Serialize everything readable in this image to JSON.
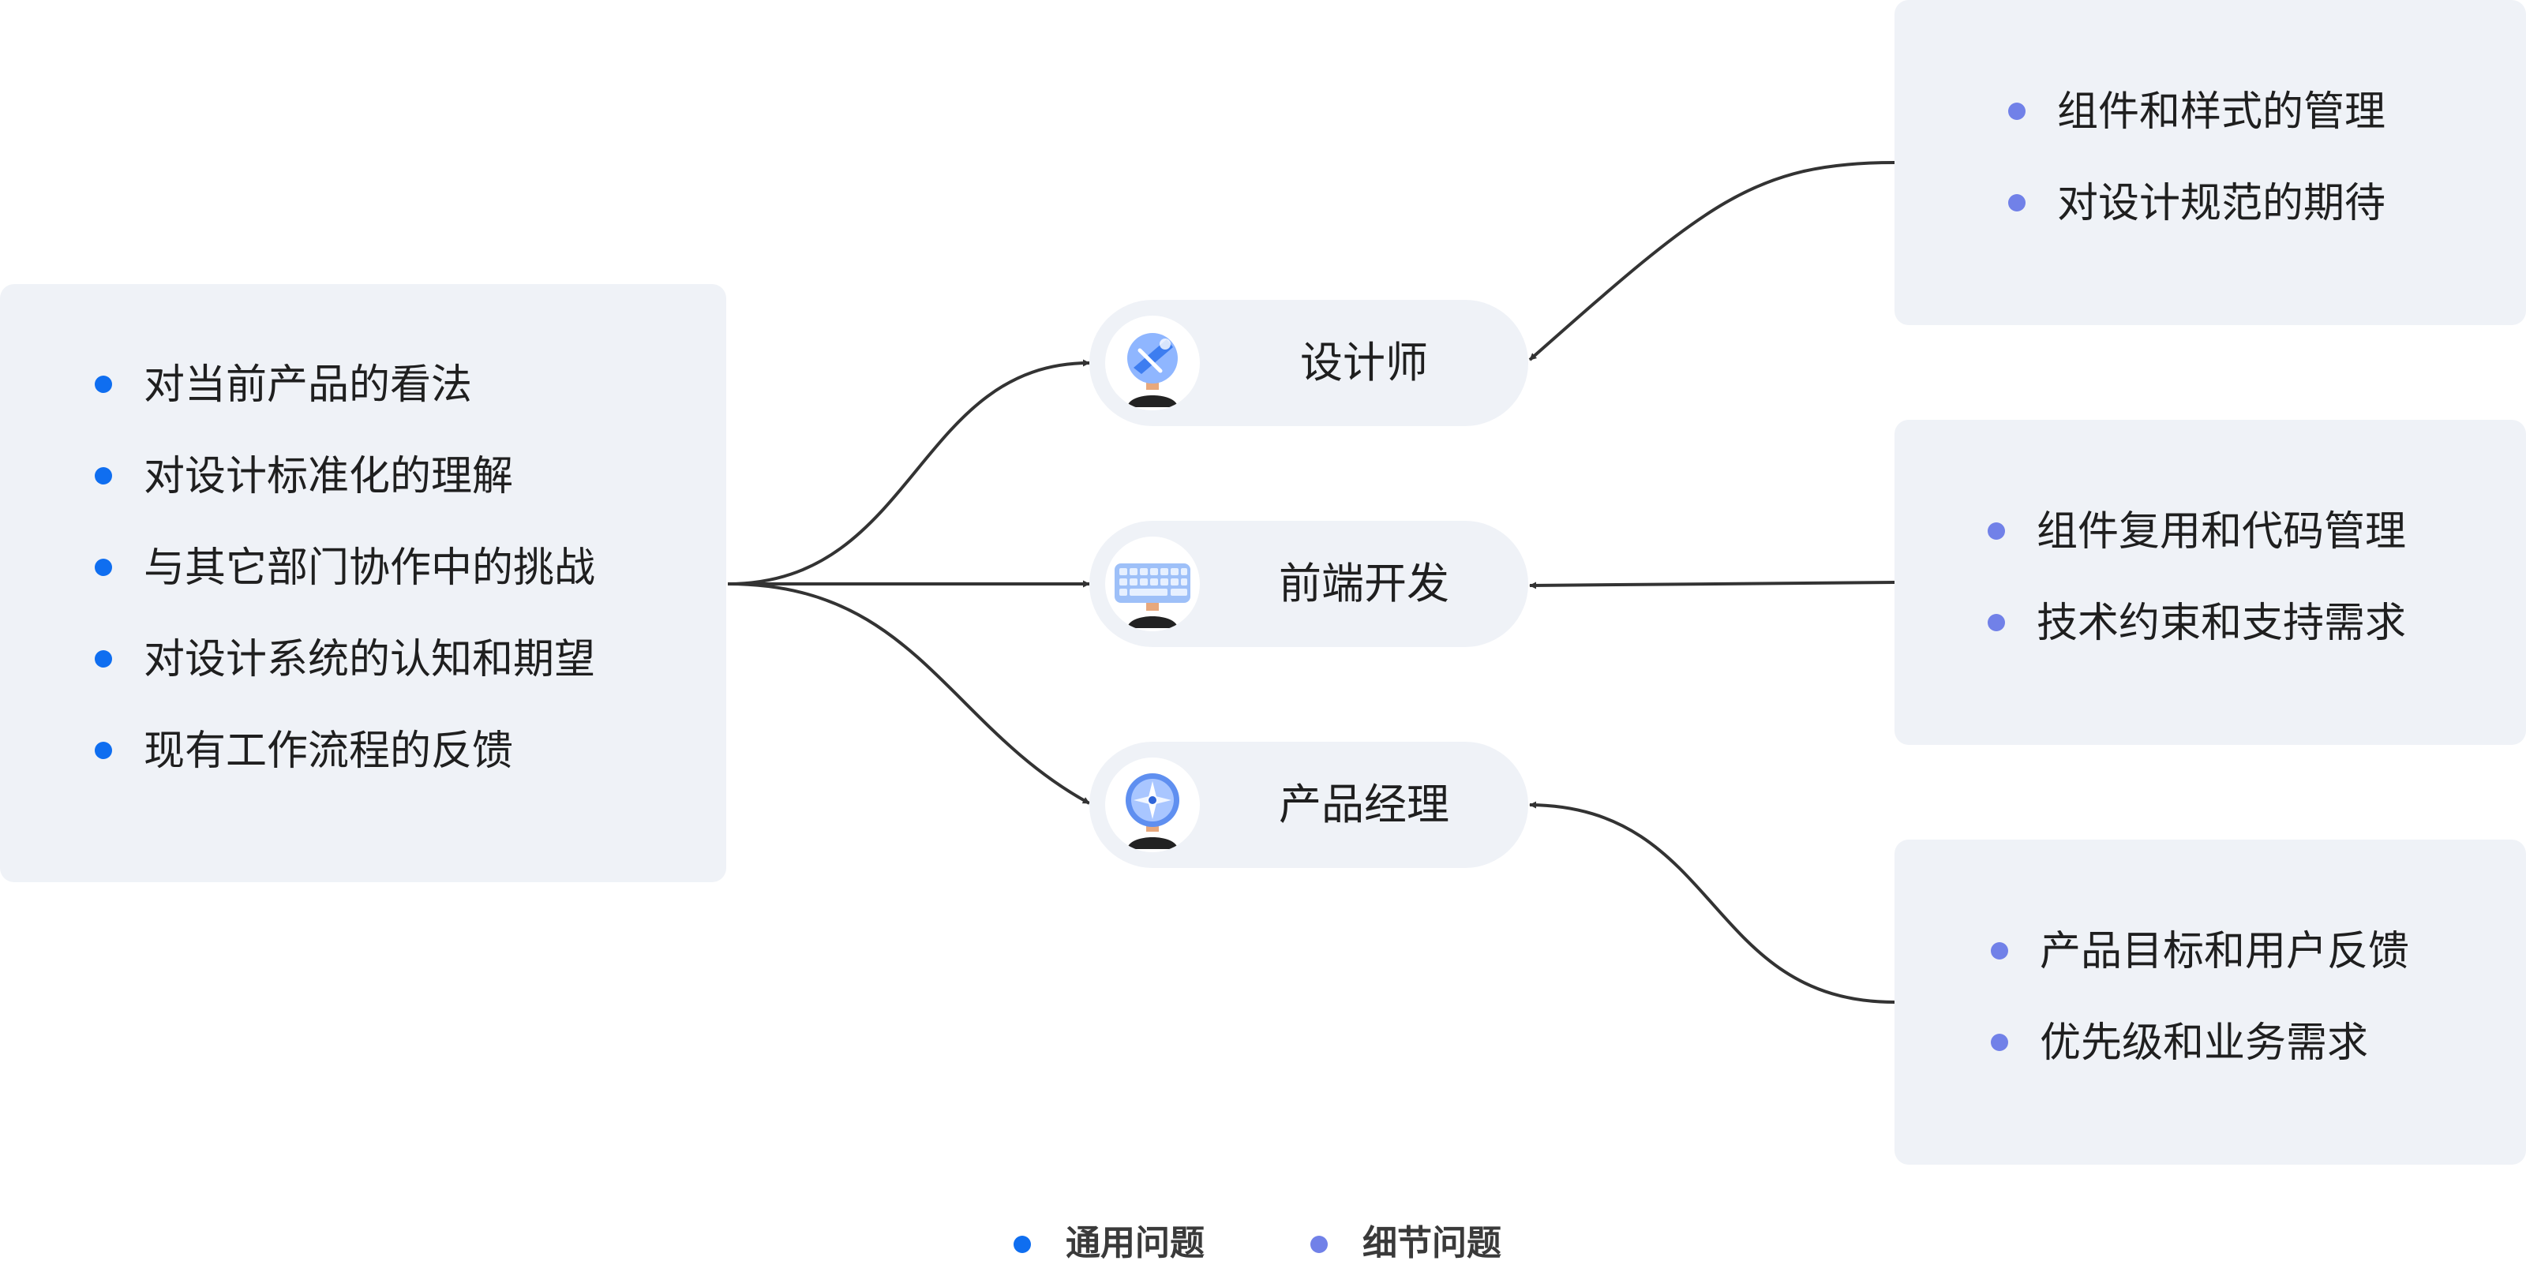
{
  "colors": {
    "general": "#0f6ef0",
    "detail": "#7181e8",
    "panel_bg": "#eff2f7",
    "line": "#333333"
  },
  "general_topics": [
    "对当前产品的看法",
    "对设计标准化的理解",
    "与其它部门协作中的挑战",
    "对设计系统的认知和期望",
    "现有工作流程的反馈"
  ],
  "roles": [
    {
      "label": "设计师",
      "icon": "designer-avatar-icon",
      "details": [
        "组件和样式的管理",
        "对设计规范的期待"
      ]
    },
    {
      "label": "前端开发",
      "icon": "developer-avatar-icon",
      "details": [
        "组件复用和代码管理",
        "技术约束和支持需求"
      ]
    },
    {
      "label": "产品经理",
      "icon": "product-manager-avatar-icon",
      "details": [
        "产品目标和用户反馈",
        "优先级和业务需求"
      ]
    }
  ],
  "legend": {
    "general": "通用问题",
    "detail": "细节问题"
  }
}
